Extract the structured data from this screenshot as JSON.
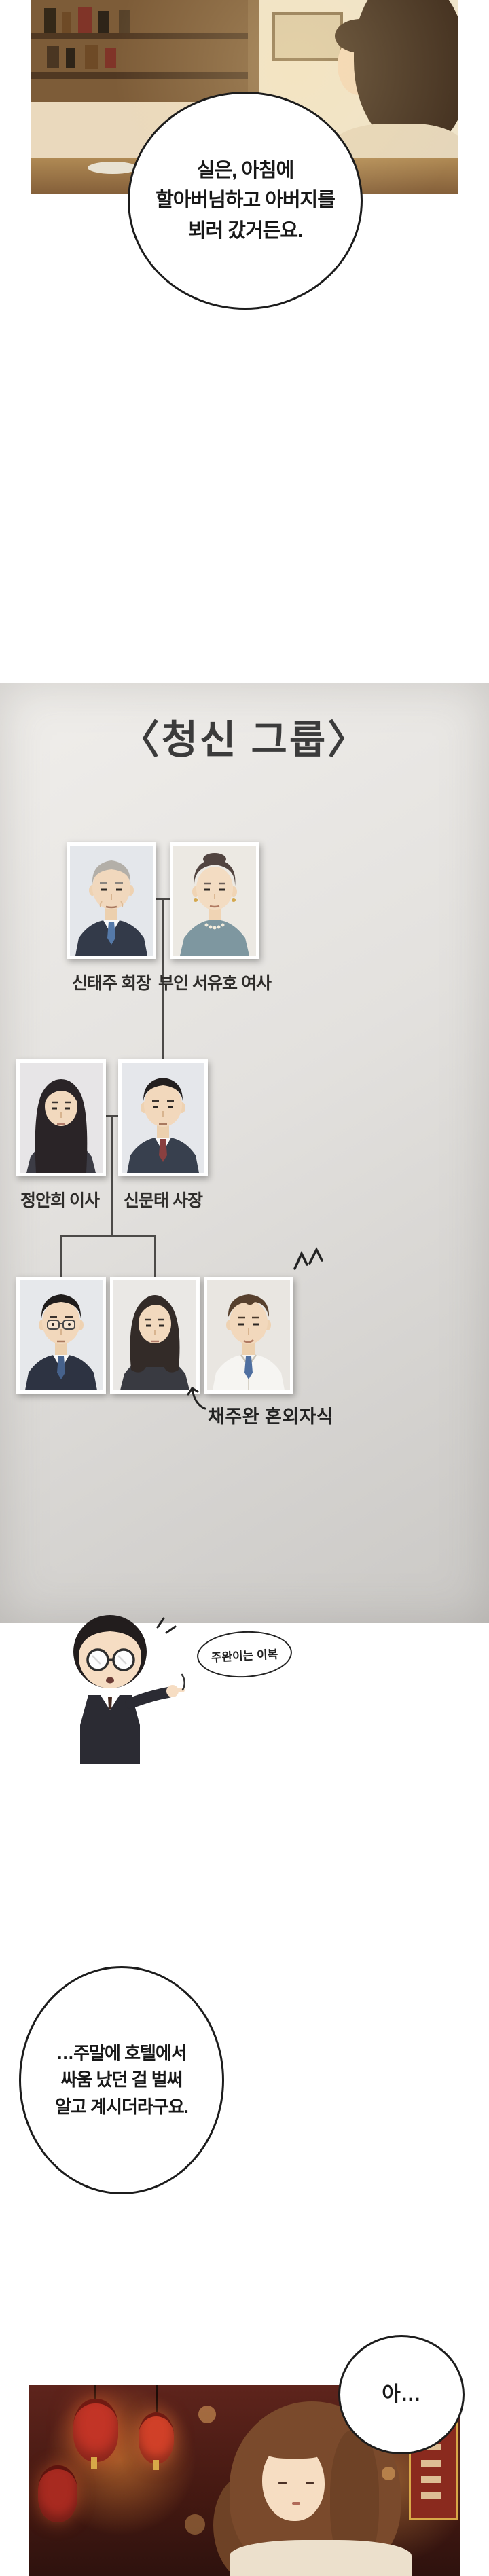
{
  "dialogue": {
    "bubble1": {
      "lines": [
        "실은, 아침에",
        "할아버님하고 아버지를",
        "뵈러 갔거든요."
      ]
    },
    "bubble2": {
      "lines": [
        "…주말에 호텔에서",
        "싸움 났던 걸 벌써",
        "알고 계시더라구요."
      ]
    },
    "bubble3": {
      "text": "아…"
    },
    "chibi_note": {
      "text": "주완이는 이복"
    }
  },
  "family_tree": {
    "title": "〈청신 그룹〉",
    "gen1": [
      {
        "name_label": "신태주 회장"
      },
      {
        "name_label": "부인 서유호 여사"
      }
    ],
    "gen2": [
      {
        "name_label": "정안희 이사"
      },
      {
        "name_label": "신문태 사장"
      }
    ],
    "gen3_note": "채주완 혼외자식"
  },
  "colors": {
    "page_bg": "#ffffff",
    "tree_panel_bg_top": "#f0eeeb",
    "tree_panel_bg_bottom": "#cac8c5",
    "bubble_border": "#1c1c1c",
    "connector_line": "#4c4a48",
    "lantern_red": "#c23426",
    "wood_brown": "#7d5c38"
  }
}
